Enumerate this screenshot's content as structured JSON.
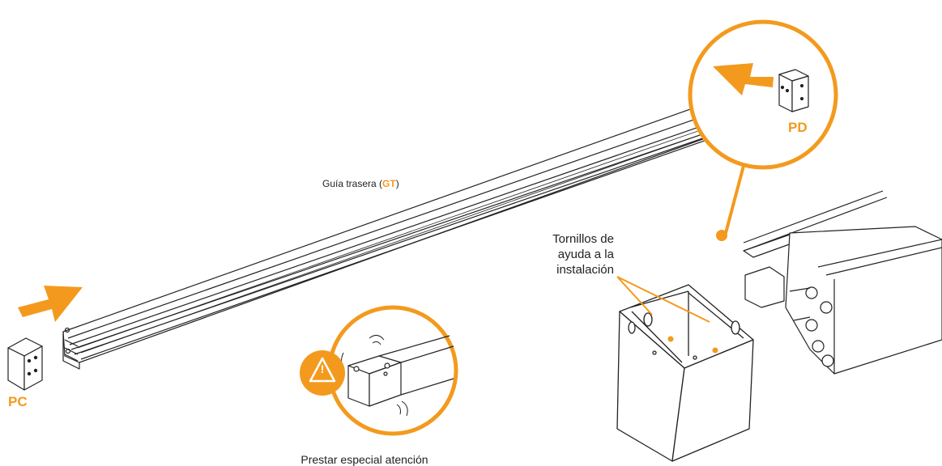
{
  "labels": {
    "rail_prefix": "Guía trasera (",
    "rail_code": "GT",
    "rail_suffix": ")",
    "pc": "PC",
    "pd": "PD",
    "screws_line1": "Tornillos de",
    "screws_line2": "ayuda a la",
    "screws_line3": "instalación",
    "attention": "Prestar especial atención"
  },
  "icons": {
    "warning": "warning-triangle-icon",
    "arrow": "insert-arrow-icon",
    "warning_glyph": "!"
  },
  "colors": {
    "accent": "#F39A1E",
    "line": "#222222",
    "background": "#FFFFFF"
  }
}
